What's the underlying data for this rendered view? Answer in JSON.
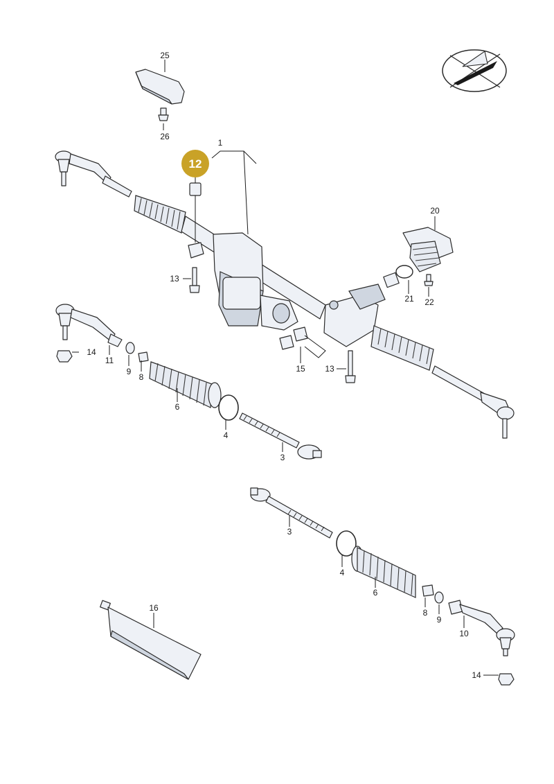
{
  "callouts": {
    "c1": "1",
    "c3a": "3",
    "c3b": "3",
    "c4a": "4",
    "c4b": "4",
    "c6a": "6",
    "c6b": "6",
    "c8a": "8",
    "c8b": "8",
    "c9a": "9",
    "c9b": "9",
    "c10": "10",
    "c11": "11",
    "c13a": "13",
    "c13b": "13",
    "c14a": "14",
    "c14b": "14",
    "c15": "15",
    "c16": "16",
    "c20": "20",
    "c21": "21",
    "c22": "22",
    "c25": "25",
    "c26": "26"
  },
  "highlight": {
    "label": "12",
    "color": "#c9a227"
  },
  "colors": {
    "line": "#2a2a2a",
    "fill": "#eef1f6",
    "accent": "#c9a227"
  },
  "logo": {
    "icon": "compass-emblem-icon"
  }
}
